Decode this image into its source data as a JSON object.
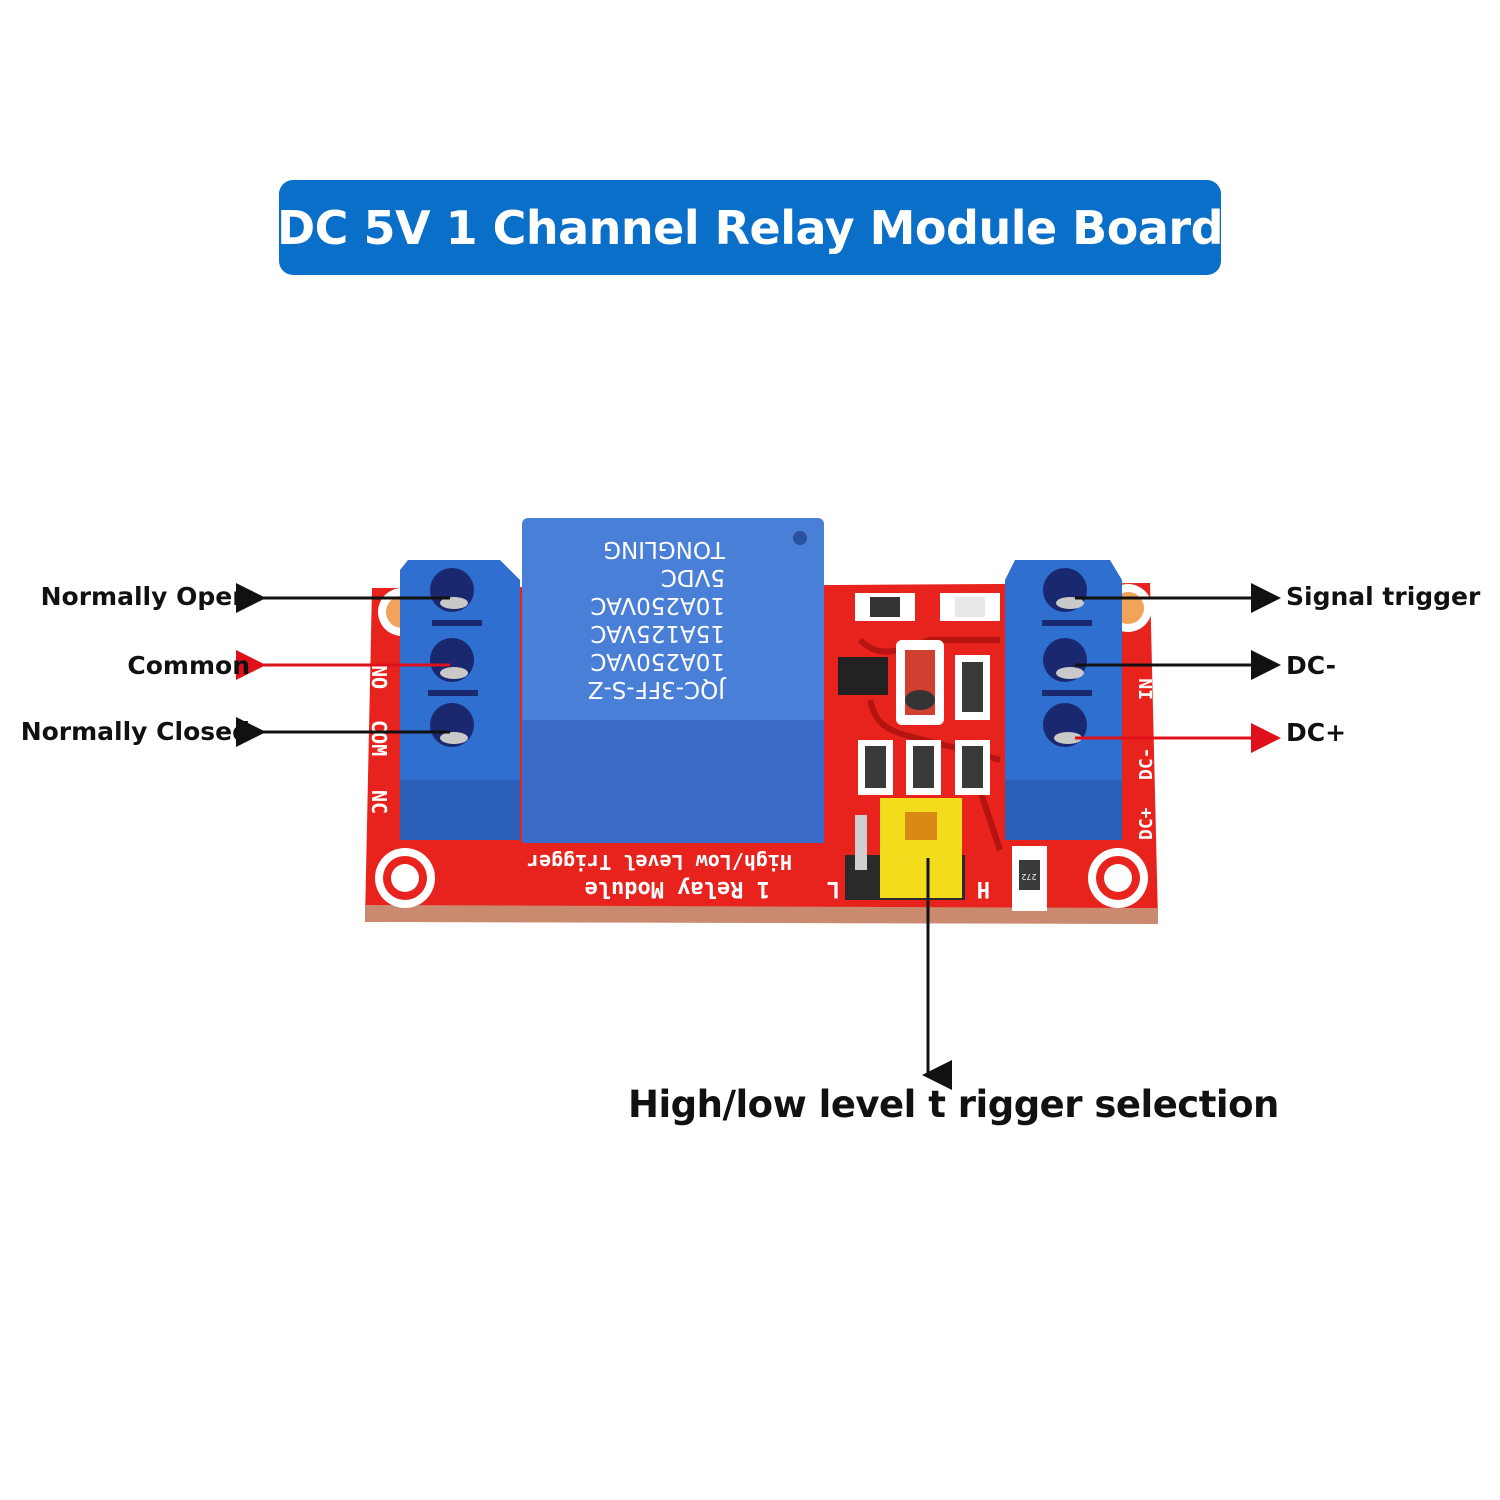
{
  "title": "DC 5V 1 Channel Relay Module Board",
  "colors": {
    "banner": "#0a6fc8",
    "pcb": "#e8231e",
    "terminal_blue": "#2f6fd0",
    "relay_blue": "#4a7fd8",
    "jumper_yellow": "#f3dc1c",
    "arrow_black": "#111111",
    "arrow_red": "#e0101a"
  },
  "callouts": {
    "left": [
      {
        "label": "Normally Open",
        "arrow_color": "black",
        "icon": "arrow-left-icon"
      },
      {
        "label": "Common",
        "arrow_color": "red",
        "icon": "arrow-left-icon"
      },
      {
        "label": "Normally Closed",
        "arrow_color": "black",
        "icon": "arrow-left-icon"
      }
    ],
    "right": [
      {
        "label": "Signal trigger",
        "arrow_color": "black",
        "icon": "arrow-right-icon"
      },
      {
        "label": "DC-",
        "arrow_color": "black",
        "icon": "arrow-right-icon"
      },
      {
        "label": "DC+",
        "arrow_color": "red",
        "icon": "arrow-right-icon"
      }
    ],
    "bottom": {
      "label": "High/low level t rigger selection",
      "arrow_color": "black",
      "icon": "arrow-down-icon"
    }
  },
  "relay_markings": [
    "JQC-3FF-S-Z",
    "10A250VAC",
    "15A125VAC",
    "10A250VAC",
    "5VDC",
    "TONGLING"
  ],
  "pcb_silkscreen": {
    "left_terminal": [
      "NO",
      "COM",
      "NC"
    ],
    "right_terminal": [
      "IN",
      "DC-",
      "DC+"
    ],
    "line1": "High/Low Level Trigger",
    "line2": "1 Relay Module",
    "jumper_left": "L",
    "jumper_right": "H",
    "resistor_code": "272"
  }
}
